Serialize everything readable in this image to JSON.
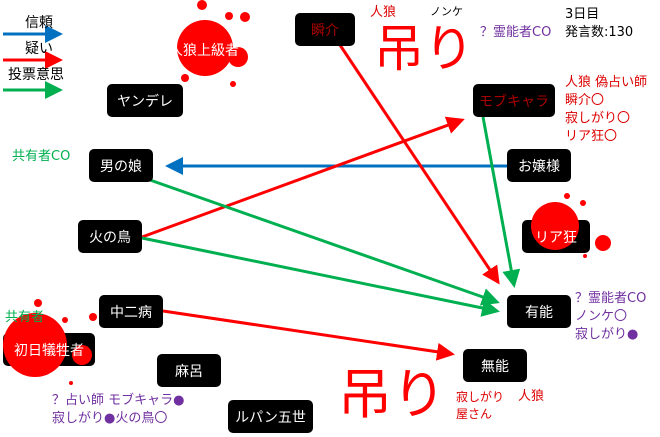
{
  "legend": {
    "trust": "信頼",
    "doubt": "疑い",
    "vote": "投票意思"
  },
  "status": {
    "day": "3日目",
    "messages": "発言数:130"
  },
  "colors": {
    "trust": "#0070c0",
    "doubt": "#ff0000",
    "vote": "#00b050",
    "note_purple": "#7030a0"
  },
  "nodes": {
    "shunsuke": "瞬介",
    "jinro_jokyu": "人狼上級者",
    "yandere": "ヤンデレ",
    "mobukyara": "モブキャラ",
    "otokonoko": "男の娘",
    "ojousama": "お嬢様",
    "hinotori": "火の鳥",
    "riakyo": "リア狂",
    "chunibyo": "中二病",
    "shonichi": "初日犠牲者",
    "yuno": "有能",
    "muno": "無能",
    "maro": "麻呂",
    "lupin": "ルパン五世"
  },
  "notes": {
    "shunsuke_role": "人狼",
    "hanging_top": "吊り",
    "nonke": "ノンケ",
    "top_medium": "？霊能者CO",
    "mobu": [
      "人狼 偽占い師",
      "瞬介〇",
      "寂しがり〇",
      "リア狂〇"
    ],
    "otokonoko": "共有者CO",
    "shared": "共有者",
    "yuno": [
      "？霊能者CO",
      "ノンケ〇",
      "寂しがり●"
    ],
    "hanging_bottom": "吊り",
    "lonely": [
      "寂しがり",
      "屋さん"
    ],
    "lonely_role": "人狼",
    "seer": [
      "？占い師 モブキャラ●",
      "寂しがり●火の鳥〇"
    ]
  }
}
